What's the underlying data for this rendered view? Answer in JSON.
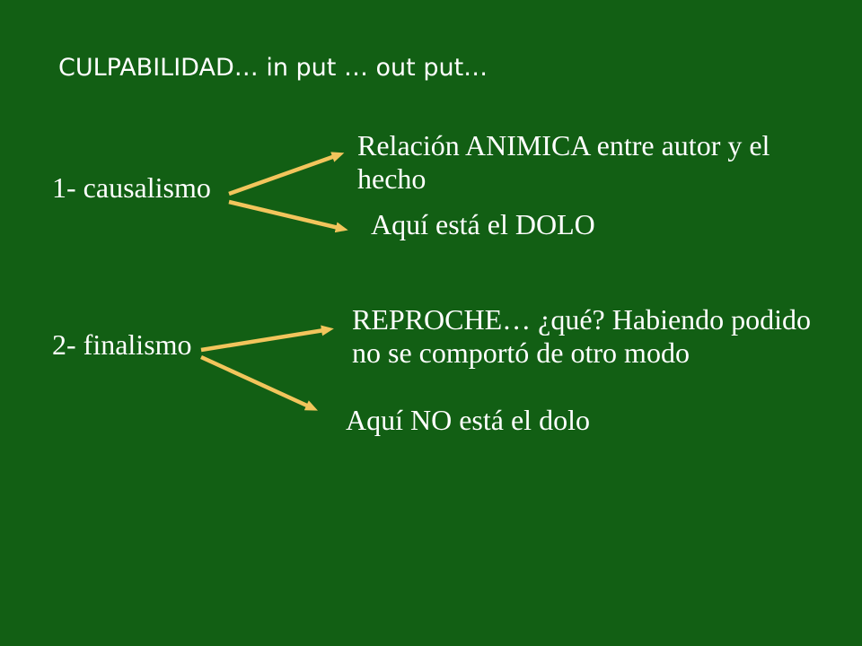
{
  "slide": {
    "title": "CULPABILIDAD… in put … out put…",
    "branches": [
      {
        "label": "1- causalismo",
        "targets": [
          {
            "lines": [
              "Relación ANIMICA entre autor y el",
              "hecho"
            ]
          },
          {
            "lines": [
              "Aquí está el DOLO"
            ]
          }
        ]
      },
      {
        "label": "2- finalismo",
        "targets": [
          {
            "lines": [
              "REPROCHE… ¿qué? Habiendo podido",
              "no se comportó de otro modo"
            ]
          },
          {
            "lines": [
              "Aquí NO está el dolo"
            ]
          }
        ]
      }
    ]
  },
  "colors": {
    "background": "#125f14",
    "text": "#ffffff",
    "arrow": "#f2c55c"
  }
}
